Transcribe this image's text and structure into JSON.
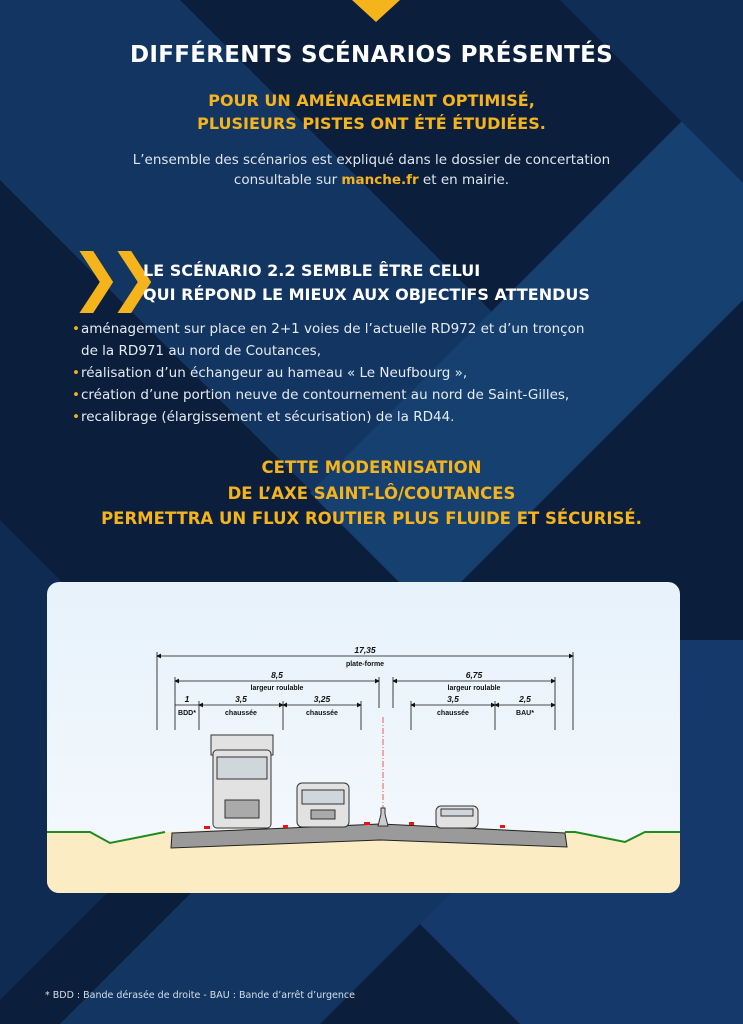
{
  "title": "DIFFÉRENTS SCÉNARIOS PRÉSENTÉS",
  "subtitle": [
    "POUR UN AMÉNAGEMENT OPTIMISÉ,",
    "PLUSIEURS PISTES ONT ÉTÉ ÉTUDIÉES."
  ],
  "intro": {
    "line1": "L’ensemble des scénarios est expliqué dans le dossier de concertation",
    "line2_pre": "consultable sur ",
    "link": "manche.fr",
    "line2_post": " et en mairie."
  },
  "scenario": {
    "heading": [
      "LE SCÉNARIO 2.2 SEMBLE ÊTRE CELUI",
      "QUI RÉPOND LE MIEUX AUX OBJECTIFS ATTENDUS"
    ],
    "bullets": [
      "aménagement sur place en 2+1 voies de l’actuelle RD972 et d’un tronçon de la RD971 au nord de Coutances,",
      "réalisation d’un échangeur au hameau « Le Neufbourg »,",
      "création d’une portion neuve de contournement au nord de Saint-Gilles,",
      "recalibrage (élargissement et sécurisation) de la RD44."
    ]
  },
  "conclusion": [
    "CETTE MODERNISATION",
    "DE L’AXE SAINT-LÔ/COUTANCES",
    "PERMETTRA UN FLUX ROUTIER PLUS FLUIDE ET SÉCURISÉ."
  ],
  "diagram": {
    "total": {
      "value": "17,35",
      "label": "plate-forme"
    },
    "left": {
      "value": "8,5",
      "label": "largeur roulable"
    },
    "right": {
      "value": "6,75",
      "label": "largeur roulable"
    },
    "segments": [
      {
        "value": "1",
        "label": "BDD*"
      },
      {
        "value": "3,5",
        "label": "chaussée"
      },
      {
        "value": "3,25",
        "label": "chaussée"
      },
      {
        "value": "3,5",
        "label": "chaussée"
      },
      {
        "value": "2,5",
        "label": "BAU*"
      }
    ]
  },
  "footnote": "* BDD : Bande dérasée de droite - BAU : Bande d’arrêt d’urgence",
  "colors": {
    "accent": "#f6b41c",
    "background": "#0b1f3d"
  }
}
